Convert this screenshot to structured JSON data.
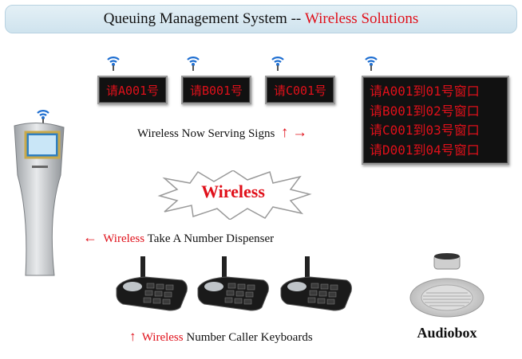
{
  "title": {
    "prefix": "Queuing Management System --",
    "highlight": "Wireless Solutions"
  },
  "signs": {
    "small": [
      "请A001号",
      "请B001号",
      "请C001号"
    ],
    "big": [
      "请A001到01号窗口",
      "请B001到02号窗口",
      "请C001到03号窗口",
      "请D001到04号窗口"
    ]
  },
  "labels": {
    "serving_signs": "Wireless Now Serving Signs",
    "serving_arrows": "↑ →",
    "burst": "Wireless",
    "dispenser_arrow": "←",
    "dispenser_wireless": "Wireless",
    "dispenser_rest": "Take A Number Dispenser",
    "keyboards_arrow": "↑",
    "keyboards_wireless": "Wireless",
    "keyboards_rest": "Number Caller Keyboards",
    "audiobox": "Audiobox"
  },
  "colors": {
    "accent": "#e0101a",
    "led_bg": "#111111",
    "title_bg": "#d8e9f2",
    "wifi": "#1f6fd1"
  }
}
